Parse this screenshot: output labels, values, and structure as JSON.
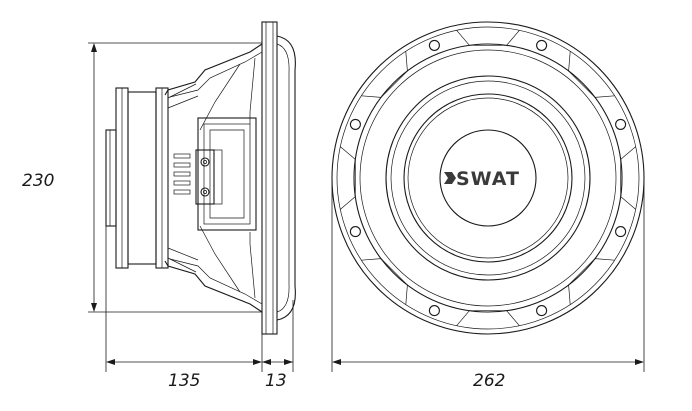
{
  "dimensions": {
    "height": "230",
    "depth": "135",
    "flange": "13",
    "diameter": "262"
  },
  "logo": {
    "brand": "SWAT"
  },
  "colors": {
    "line": "#1a1a1a",
    "background": "#ffffff"
  }
}
